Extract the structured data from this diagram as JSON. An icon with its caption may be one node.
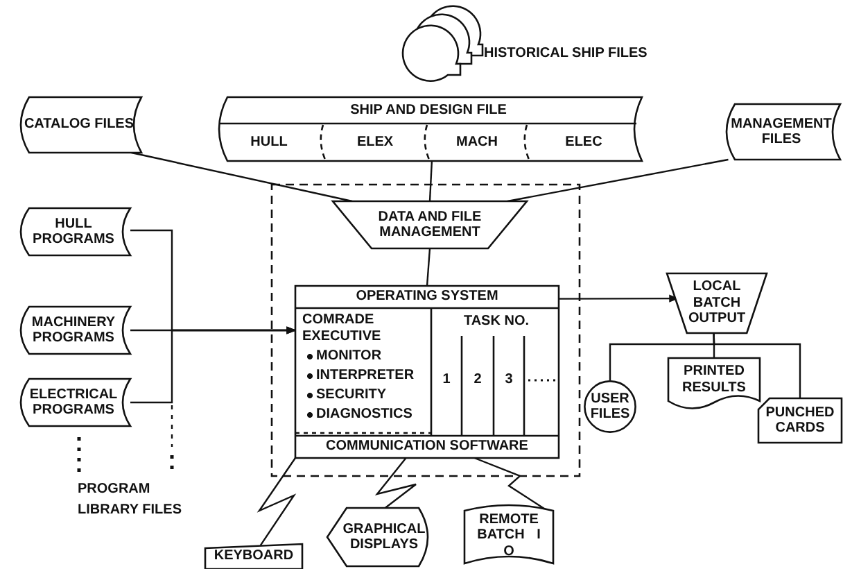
{
  "diagram": {
    "nodes": [
      {
        "text": [
          "HISTORICAL SHIP FILES"
        ]
      },
      {
        "text": [
          "CATALOG FILES"
        ]
      },
      {
        "text": [
          "SHIP AND DESIGN FILE",
          "HULL",
          "ELEX",
          "MACH",
          "ELEC"
        ]
      },
      {
        "text": [
          "MANAGEMENT FILES"
        ]
      },
      {
        "text": [],
        "shape": "box"
      },
      {
        "text": [
          "DATA AND FILE MANAGEMENT"
        ],
        "in": 4
      },
      {
        "text": [
          "OPERATING SYSTEM",
          "COMRADE EXECUTIVE",
          "MONITOR",
          "INTERPRETER",
          "SECURITY",
          "DIAGNOSTICS",
          "TASK NO.",
          "1",
          "2",
          "3",
          "COMMUNICATION SOFTWARE"
        ],
        "in": 4
      },
      {
        "text": [
          "HULL PROGRAMS"
        ]
      },
      {
        "text": [
          "MACHINERY PROGRAMS"
        ]
      },
      {
        "text": [
          "ELECTRICAL PROGRAMS"
        ]
      },
      {
        "text": [
          "LOCAL BATCH OUTPUT"
        ]
      },
      {
        "text": [
          "USER FILES"
        ]
      },
      {
        "text": [
          "PRINTED RESULTS"
        ]
      },
      {
        "text": [
          "PUNCHED CARDS"
        ]
      },
      {
        "text": [
          "KEYBOARD"
        ]
      },
      {
        "text": [
          "GRAPHICAL DISPLAYS"
        ]
      },
      {
        "text": [
          "REMOTE BATCH I O"
        ]
      }
    ],
    "edges": [
      {
        "from": 1,
        "to": 5,
        "arrow": "none"
      },
      {
        "from": 2,
        "to": 5,
        "arrow": "none"
      },
      {
        "from": 3,
        "to": 5,
        "arrow": "none"
      },
      {
        "from": 5,
        "to": 6,
        "arrow": "none"
      },
      {
        "from": 7,
        "to": 6,
        "arrow": "to"
      },
      {
        "from": 8,
        "to": 6,
        "arrow": "to"
      },
      {
        "from": 9,
        "to": 6,
        "arrow": "to"
      },
      {
        "from": 6,
        "to": 10,
        "arrow": "to"
      },
      {
        "from": 10,
        "to": 11,
        "arrow": "none"
      },
      {
        "from": 10,
        "to": 12,
        "arrow": "none"
      },
      {
        "from": 10,
        "to": 13,
        "arrow": "none"
      },
      {
        "from": 6,
        "to": 14,
        "arrow": "none"
      },
      {
        "from": 6,
        "to": 15,
        "arrow": "none"
      },
      {
        "from": 6,
        "to": 16,
        "arrow": "none"
      }
    ],
    "labels": [
      "PROGRAM LIBRARY FILES"
    ]
  }
}
